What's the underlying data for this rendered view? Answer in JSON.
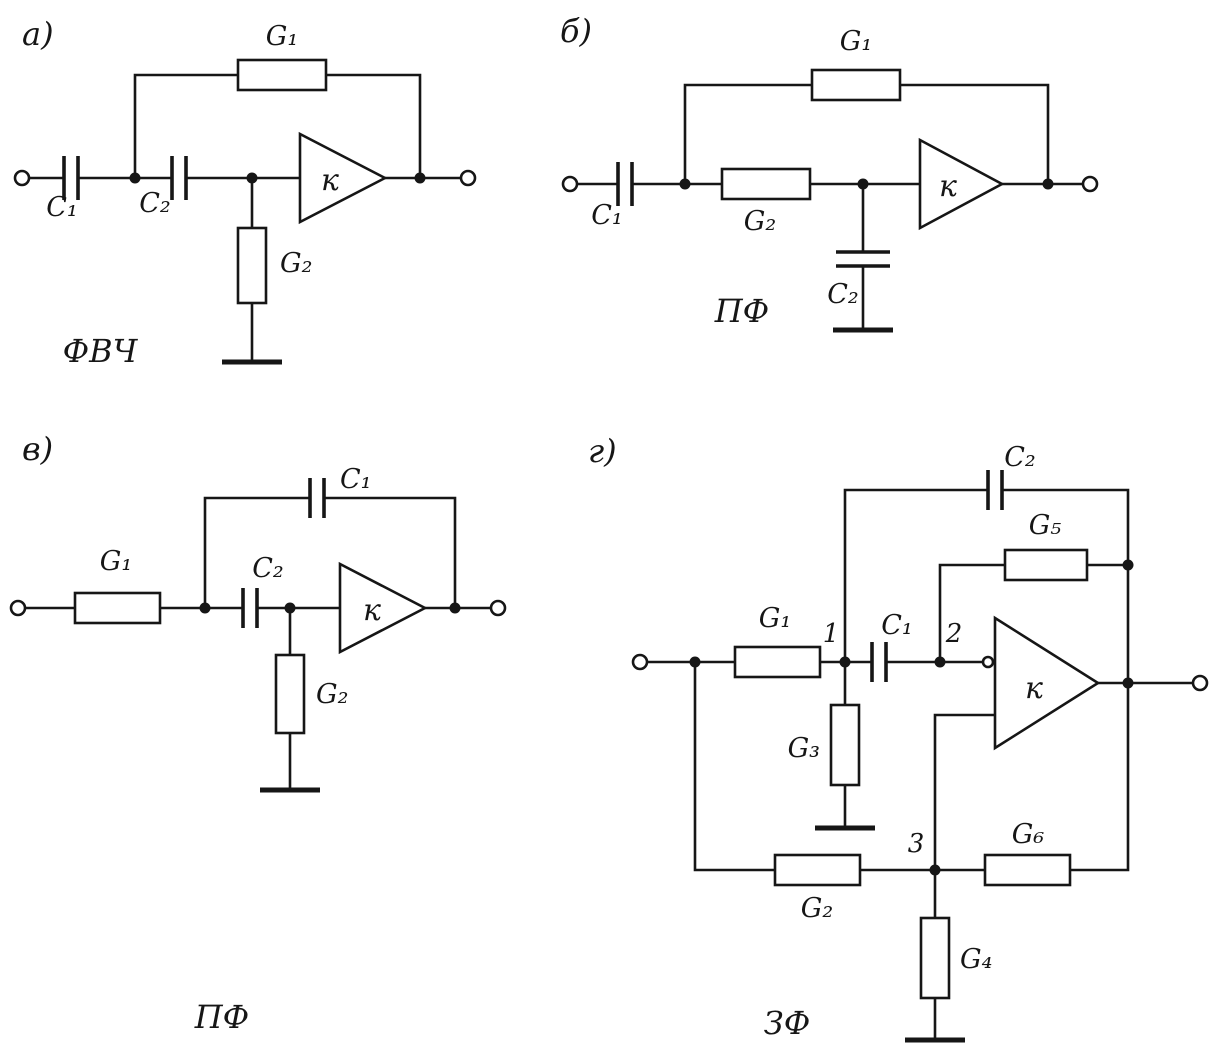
{
  "figure": {
    "background": "#ffffff",
    "ink_color": "#161616"
  },
  "circuits": {
    "a": {
      "panel_label": "а)",
      "filter_label": "ФВЧ",
      "amp_gain_label": "к",
      "labels": {
        "c1": "C₁",
        "c2": "C₂",
        "g1": "G₁",
        "g2": "G₂"
      }
    },
    "b": {
      "panel_label": "б)",
      "filter_label": "ПФ",
      "amp_gain_label": "к",
      "labels": {
        "c1": "C₁",
        "c2": "C₂",
        "g1": "G₁",
        "g2": "G₂"
      }
    },
    "v": {
      "panel_label": "в)",
      "filter_label": "ПФ",
      "amp_gain_label": "к",
      "labels": {
        "c1": "C₁",
        "c2": "C₂",
        "g1": "G₁",
        "g2": "G₂"
      }
    },
    "g": {
      "panel_label": "г)",
      "filter_label": "ЗФ",
      "amp_gain_label": "к",
      "nodes": {
        "n1": "1",
        "n2": "2",
        "n3": "3"
      },
      "labels": {
        "c1": "C₁",
        "c2": "C₂",
        "g1": "G₁",
        "g2": "G₂",
        "g3": "G₃",
        "g4": "G₄",
        "g5": "G₅",
        "g6": "G₆"
      }
    }
  }
}
